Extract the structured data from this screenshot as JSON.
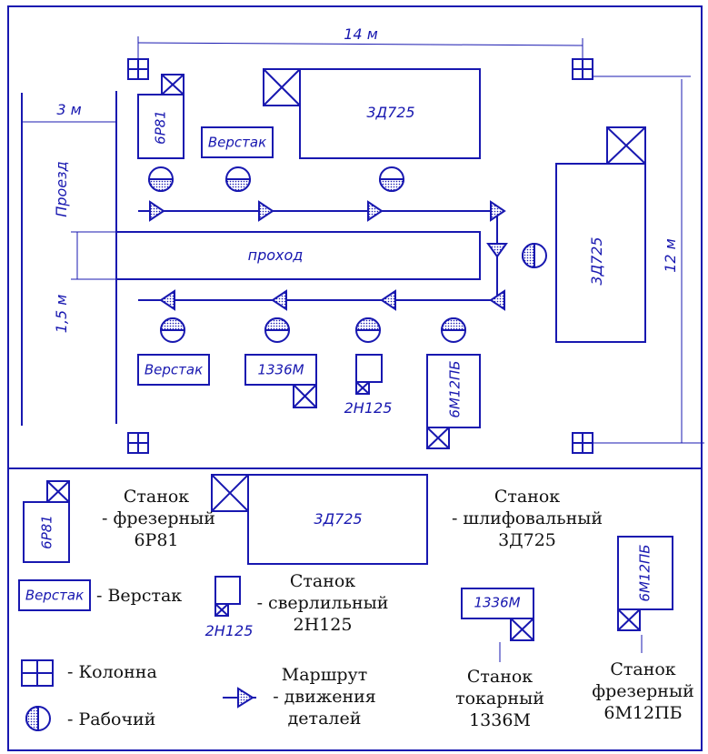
{
  "plan": {
    "dims": {
      "width": "14 м",
      "height": "12 м",
      "passage_width": "3 м",
      "aisle_width": "1,5 м"
    },
    "road_label": "Проезд",
    "aisle_label": "проход",
    "machines": {
      "m6r81": "6Р81",
      "m3d725_a": "3Д725",
      "m3d725_b": "3Д725",
      "m1336m": "1336М",
      "m2n125": "2Н125",
      "m6m12pb": "6М12ПБ",
      "bench_1": "Верстак",
      "bench_2": "Верстак"
    }
  },
  "legend": {
    "milling_6r81": {
      "symbol": "6Р81",
      "line1": "Станок",
      "line2": "- фрезерный",
      "line3": "6Р81"
    },
    "grinding_3d725": {
      "symbol": "3Д725",
      "line1": "Станок",
      "line2": "- шлифовальный",
      "line3": "3Д725"
    },
    "bench": {
      "symbol": "Верстак",
      "text": "- Верстак"
    },
    "drilling_2n125": {
      "symbol": "2Н125",
      "line1": "Станок",
      "line2": "- сверлильный",
      "line3": "2Н125"
    },
    "lathe_1336m": {
      "symbol": "1336М",
      "line1": "Станок",
      "line2": "токарный",
      "line3": "1336М"
    },
    "milling_6m12pb": {
      "symbol": "6М12ПБ",
      "line1": "Станок",
      "line2": "фрезерный",
      "line3": "6М12ПБ"
    },
    "column": {
      "text": "- Колонна"
    },
    "worker": {
      "text": "- Рабочий"
    },
    "route": {
      "line1": "Маршрут",
      "line2": "-  движения",
      "line3": "деталей"
    }
  },
  "colors": {
    "stroke": "#1818b0",
    "text_legend": "#111111",
    "background": "#ffffff"
  },
  "icons": [
    "column-icon",
    "worker-icon",
    "route-arrow-icon",
    "machine-hatch-icon"
  ]
}
